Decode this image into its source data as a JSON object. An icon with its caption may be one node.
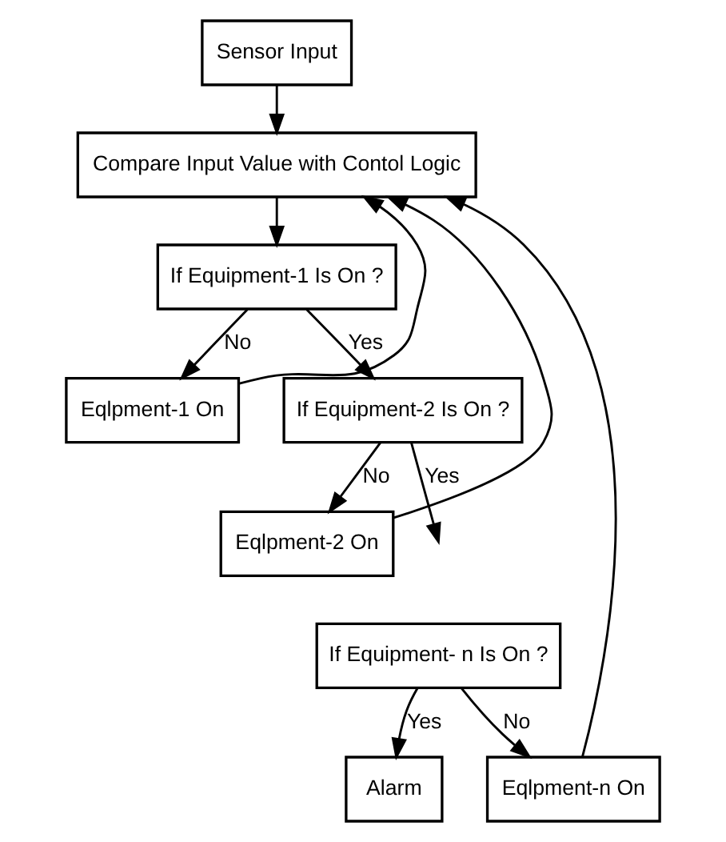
{
  "diagram": {
    "nodes": [
      {
        "text": [
          "Sensor Input"
        ]
      },
      {
        "text": [
          "Compare Input Value with Contol Logic"
        ]
      },
      {
        "text": [
          "If Equipment-1 Is On ?"
        ]
      },
      {
        "text": [
          "Eqlpment-1 On"
        ]
      },
      {
        "text": [
          "If Equipment-2 Is On ?"
        ]
      },
      {
        "text": [
          "Eqlpment-2 On"
        ]
      },
      {
        "text": [
          "If Equipment- n Is On ?"
        ]
      },
      {
        "text": [
          "Alarm"
        ]
      },
      {
        "text": [
          "Eqlpment-n On"
        ]
      }
    ],
    "edges": [
      {
        "from": 0,
        "to": 1,
        "arrow": "to"
      },
      {
        "from": 1,
        "to": 2,
        "arrow": "to"
      },
      {
        "from": 2,
        "to": 3,
        "arrow": "to",
        "label": "No"
      },
      {
        "from": 2,
        "to": 4,
        "arrow": "to",
        "label": "Yes"
      },
      {
        "from": 4,
        "to": 5,
        "arrow": "to",
        "label": "No"
      },
      {
        "from": 4,
        "to": null,
        "arrow": "to",
        "label": "Yes"
      },
      {
        "from": 6,
        "to": 7,
        "arrow": "to",
        "label": "Yes"
      },
      {
        "from": 6,
        "to": 8,
        "arrow": "to",
        "label": "No"
      },
      {
        "from": 3,
        "to": 1,
        "arrow": "to"
      },
      {
        "from": 5,
        "to": 1,
        "arrow": "to"
      },
      {
        "from": 8,
        "to": 1,
        "arrow": "to"
      }
    ]
  }
}
